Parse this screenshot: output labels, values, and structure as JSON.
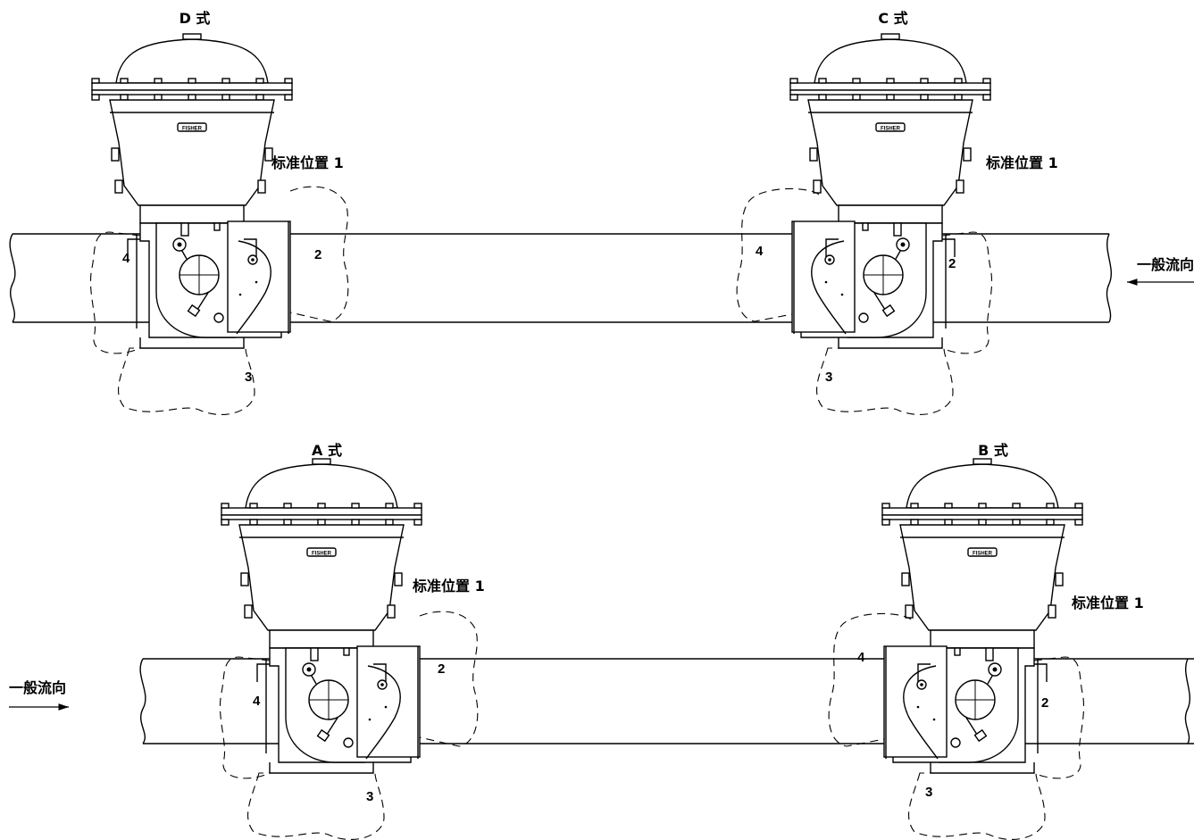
{
  "figure": {
    "units": [
      {
        "id": "D",
        "style_label": "D 式",
        "standard_position_label": "标准位置 1",
        "pos2": "2",
        "pos3": "3",
        "pos4": "4",
        "orientation": "right"
      },
      {
        "id": "C",
        "style_label": "C 式",
        "standard_position_label": "标准位置 1",
        "pos2": "2",
        "pos3": "3",
        "pos4": "4",
        "orientation": "left"
      },
      {
        "id": "A",
        "style_label": "A 式",
        "standard_position_label": "标准位置 1",
        "pos2": "2",
        "pos3": "3",
        "pos4": "4",
        "orientation": "right"
      },
      {
        "id": "B",
        "style_label": "B 式",
        "standard_position_label": "标准位置 1",
        "pos2": "2",
        "pos3": "3",
        "pos4": "4",
        "orientation": "left"
      }
    ],
    "flow_top": {
      "label": "一般流向",
      "direction": "left"
    },
    "flow_bottom": {
      "label": "一般流向",
      "direction": "right"
    },
    "brand_plate": "FISHER"
  }
}
